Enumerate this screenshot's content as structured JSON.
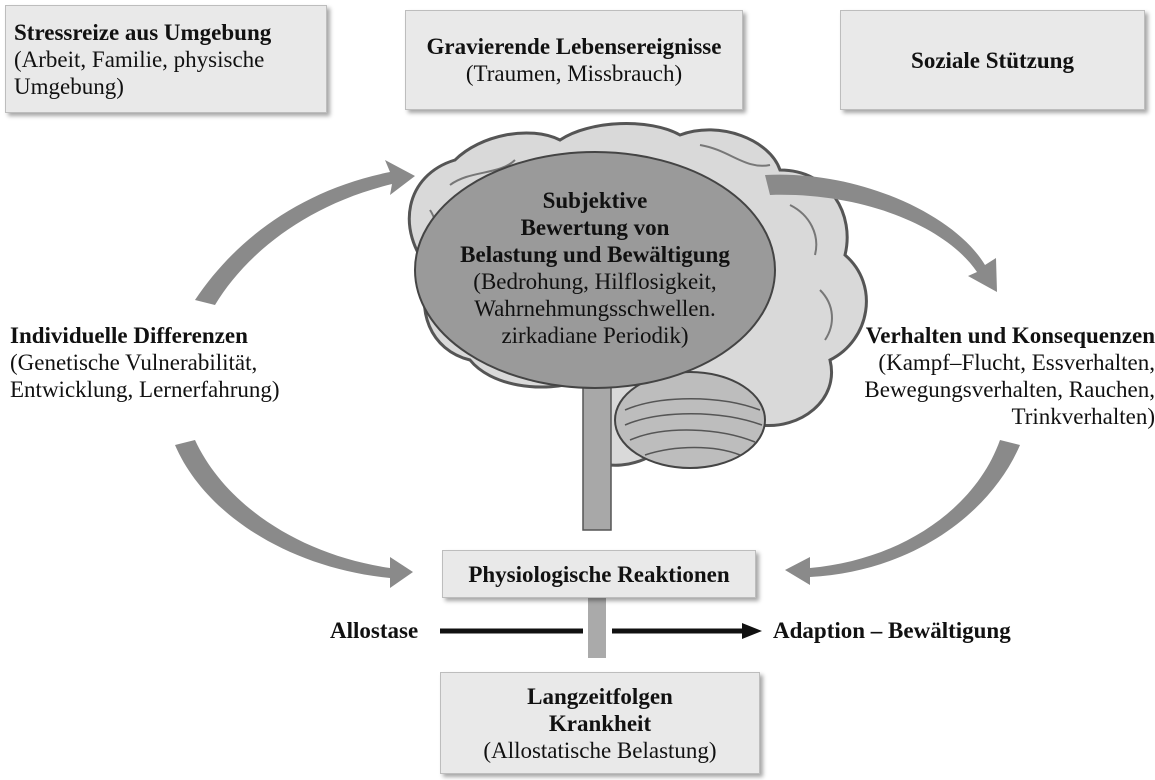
{
  "boxes": {
    "stressreize": {
      "title": "Stressreize aus Umgebung",
      "line1": "(Arbeit, Familie, physische",
      "line2": "Umgebung)"
    },
    "lebensereignisse": {
      "title": "Gravierende Lebensereignisse",
      "line1": "(Traumen, Missbrauch)"
    },
    "soziale": {
      "title": "Soziale Stützung"
    },
    "physiologisch": {
      "title": "Physiologische Reaktionen"
    },
    "langzeit": {
      "title1": "Langzeitfolgen",
      "title2": "Krankheit",
      "line1": "(Allostatische Belastung)"
    }
  },
  "center": {
    "title1": "Subjektive",
    "title2": "Bewertung von",
    "title3": "Belastung und Bewältigung",
    "line1": "(Bedrohung, Hilflosigkeit,",
    "line2": "Wahrnehmungsschwellen.",
    "line3": "zirkadiane Periodik)"
  },
  "left": {
    "title": "Individuelle Differenzen",
    "line1": "(Genetische Vulnerabilität,",
    "line2": "Entwicklung, Lernerfahrung)"
  },
  "right": {
    "title": "Verhalten und Konsequenzen",
    "line1": "(Kampf–Flucht, Essverhalten,",
    "line2": "Bewegungsverhalten, Rauchen,",
    "line3": "Trinkverhalten)"
  },
  "axis": {
    "left": "Allostase",
    "right": "Adaption – Bewältigung"
  },
  "colors": {
    "box": "#e9e9e9",
    "oval": "#9a9a9a",
    "arrow": "#8a8a8a",
    "brain": "#d7d7d7"
  }
}
